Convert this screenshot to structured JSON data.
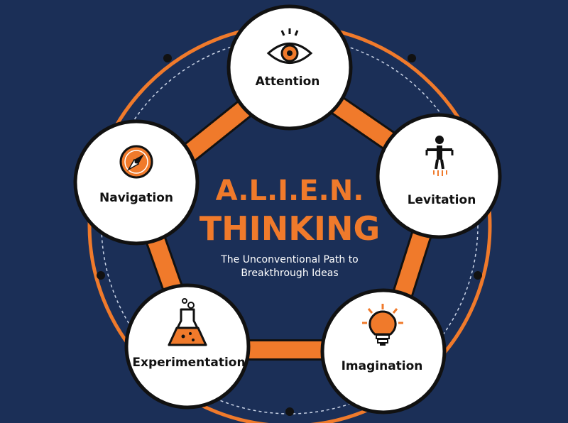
{
  "title": {
    "line1": "A.L.I.E.N.",
    "line2": "THINKING",
    "subtitle_line1": "The Unconventional Path to",
    "subtitle_line2": "Breakthrough Ideas"
  },
  "nodes": [
    {
      "label": "Attention",
      "icon": "eye-icon"
    },
    {
      "label": "Levitation",
      "icon": "levitating-person-icon"
    },
    {
      "label": "Imagination",
      "icon": "lightbulb-icon"
    },
    {
      "label": "Experimentation",
      "icon": "flask-icon"
    },
    {
      "label": "Navigation",
      "icon": "compass-icon"
    }
  ],
  "colors": {
    "background": "#1b2f57",
    "accent": "#f07a2b",
    "node_fill": "#ffffff",
    "node_stroke": "#111111"
  }
}
